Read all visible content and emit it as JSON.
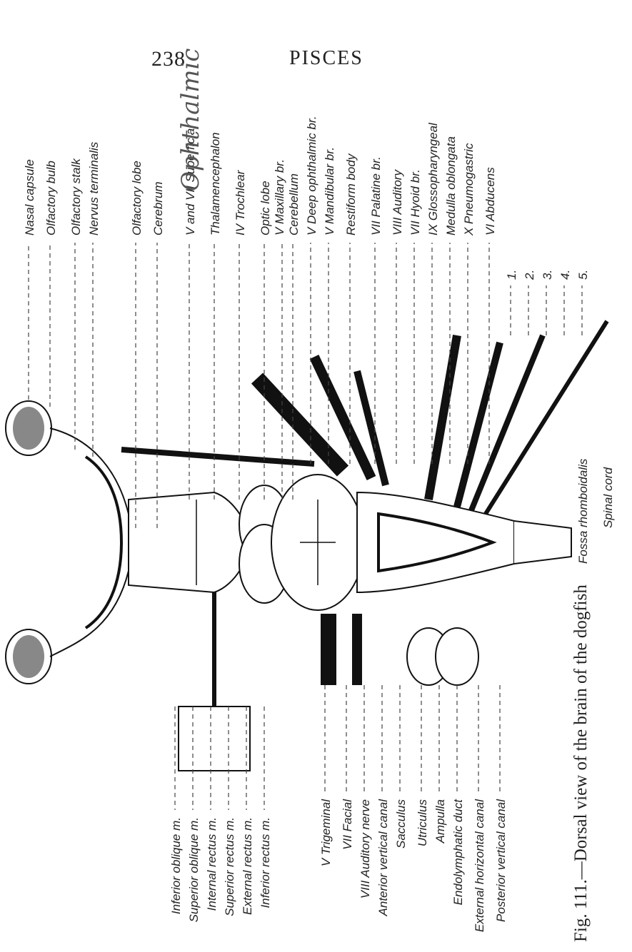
{
  "page": {
    "page_number": "238",
    "running_head": "PISCES"
  },
  "figure": {
    "caption": "Fig. 111.—Dorsal view of the brain of the dogfish",
    "handwritten_annotation": "Ophthalmic",
    "labels_upper": [
      "Nasal capsule",
      "Olfactory bulb",
      "Olfactory stalk",
      "Nervus terminalis",
      "Olfactory lobe",
      "Cerebrum",
      "V and VII Superficial",
      "Thalamencephalon",
      "IV Trochlear",
      "Optic lobe",
      "V Maxillary br.",
      "Cerebellum",
      "V Deep ophthalmic br.",
      "V Mandibular br.",
      "Restiform body",
      "VII Palatine br.",
      "VIII Auditory",
      "VII Hyoid br.",
      "IX Glossopharyngeal",
      "Medulla oblongata",
      "X Pneumogastric",
      "VI Abducens",
      "1.",
      "2.",
      "3.",
      "4.",
      "5."
    ],
    "labels_lower": [
      "Inferior oblique m.",
      "Superior oblique m.",
      "Internal rectus m.",
      "Superior rectus m.",
      "External rectus m.",
      "Inferior rectus m.",
      "V Trigeminal",
      "VII Facial",
      "VIII Auditory nerve",
      "Anterior vertical canal",
      "Sacculus",
      "Utriculus",
      "Ampulla",
      "Endolymphatic duct",
      "External horizontal canal",
      "Posterior vertical canal"
    ],
    "labels_inner": [
      "Fossa rhomboidalis",
      "Spinal cord"
    ]
  }
}
